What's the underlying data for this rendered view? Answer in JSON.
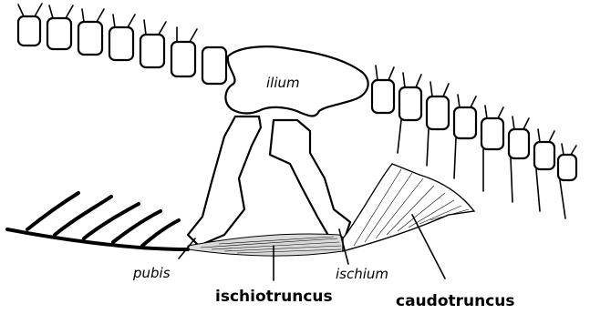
{
  "labels": {
    "ilium": "ilium",
    "ischium": "ischium",
    "pubis": "pubis",
    "ischiotruncus": "ischiotruncus",
    "caudotruncus": "caudotruncus"
  }
}
